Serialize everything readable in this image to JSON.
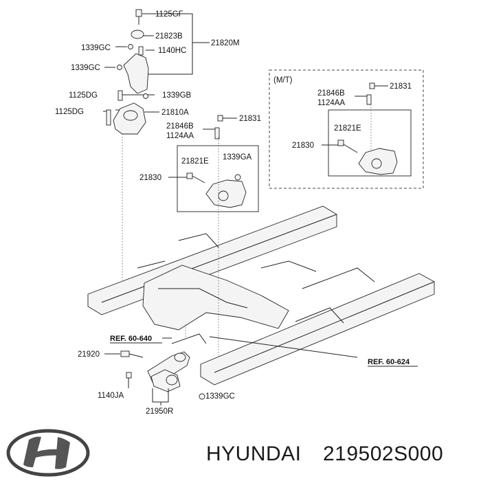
{
  "labels": {
    "p1125GF": "1125GF",
    "p21823B": "21823B",
    "p21820M": "21820M",
    "p1339GC_a": "1339GC",
    "p1140HC": "1140HC",
    "p1339GC_b": "1339GC",
    "p1125DG_a": "1125DG",
    "p1339GB": "1339GB",
    "p1125DG_b": "1125DG",
    "p21810A": "21810A",
    "p21831_center": "21831",
    "p21846B_center": "21846B",
    "p1124AA_center": "1124AA",
    "p21821E_center": "21821E",
    "p1339GA": "1339GA",
    "p21830_center": "21830",
    "mt_title": "(M/T)",
    "p21846B_mt": "21846B",
    "p1124AA_mt": "1124AA",
    "p21831_mt": "21831",
    "p21821E_mt": "21821E",
    "p21830_mt": "21830",
    "ref_640": "REF. 60-640",
    "ref_624": "REF. 60-624",
    "p21920": "21920",
    "p1140JA": "1140JA",
    "p21950R": "21950R",
    "p1339GC_c": "1339GC"
  },
  "footer": {
    "brand": "HYUNDAI",
    "part_number": "219502S000"
  },
  "icons": {
    "logo": "hyundai-logo-icon"
  },
  "colors": {
    "ink": "#222222",
    "background": "#ffffff"
  }
}
